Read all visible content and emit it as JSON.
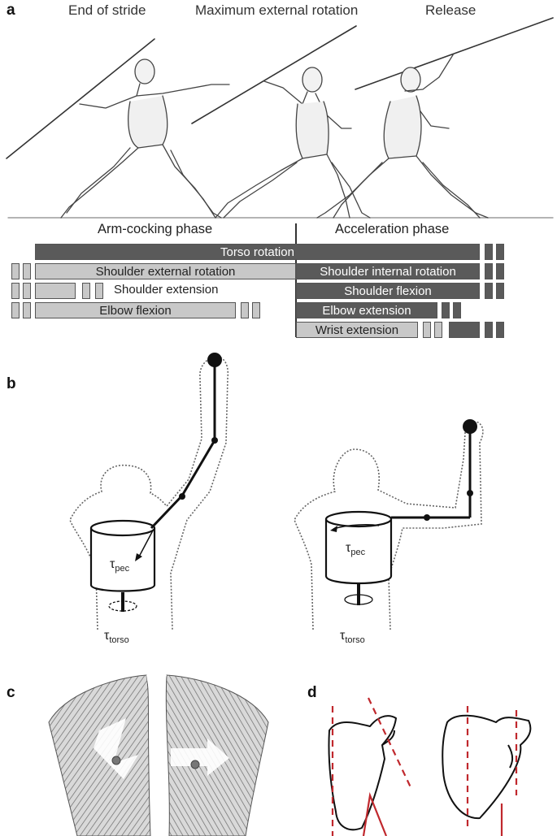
{
  "panels": {
    "a": "a",
    "b": "b",
    "c": "c",
    "d": "d"
  },
  "panel_a": {
    "phase_titles": [
      "End of stride",
      "Maximum external rotation",
      "Release"
    ],
    "phase_labels": {
      "cocking": "Arm-cocking phase",
      "acceleration": "Acceleration phase"
    },
    "bars": {
      "torso_rotation": "Torso rotation",
      "shoulder_external_rotation": "Shoulder external rotation",
      "shoulder_internal_rotation": "Shoulder internal rotation",
      "shoulder_extension": "Shoulder extension",
      "shoulder_flexion": "Shoulder flexion",
      "elbow_flexion": "Elbow flexion",
      "elbow_extension": "Elbow extension",
      "wrist_extension": "Wrist extension"
    }
  },
  "panel_b": {
    "left": {
      "tau_pec": "τ",
      "tau_pec_sub": "pec",
      "tau_torso": "τ",
      "tau_torso_sub": "torso"
    },
    "right": {
      "tau_pec": "τ",
      "tau_pec_sub": "pec",
      "tau_torso": "τ",
      "tau_torso_sub": "torso"
    }
  },
  "colors": {
    "dark_bar": "#5a5a5a",
    "light_bar": "#c8c8c8",
    "scapula_line": "#c0282d"
  }
}
